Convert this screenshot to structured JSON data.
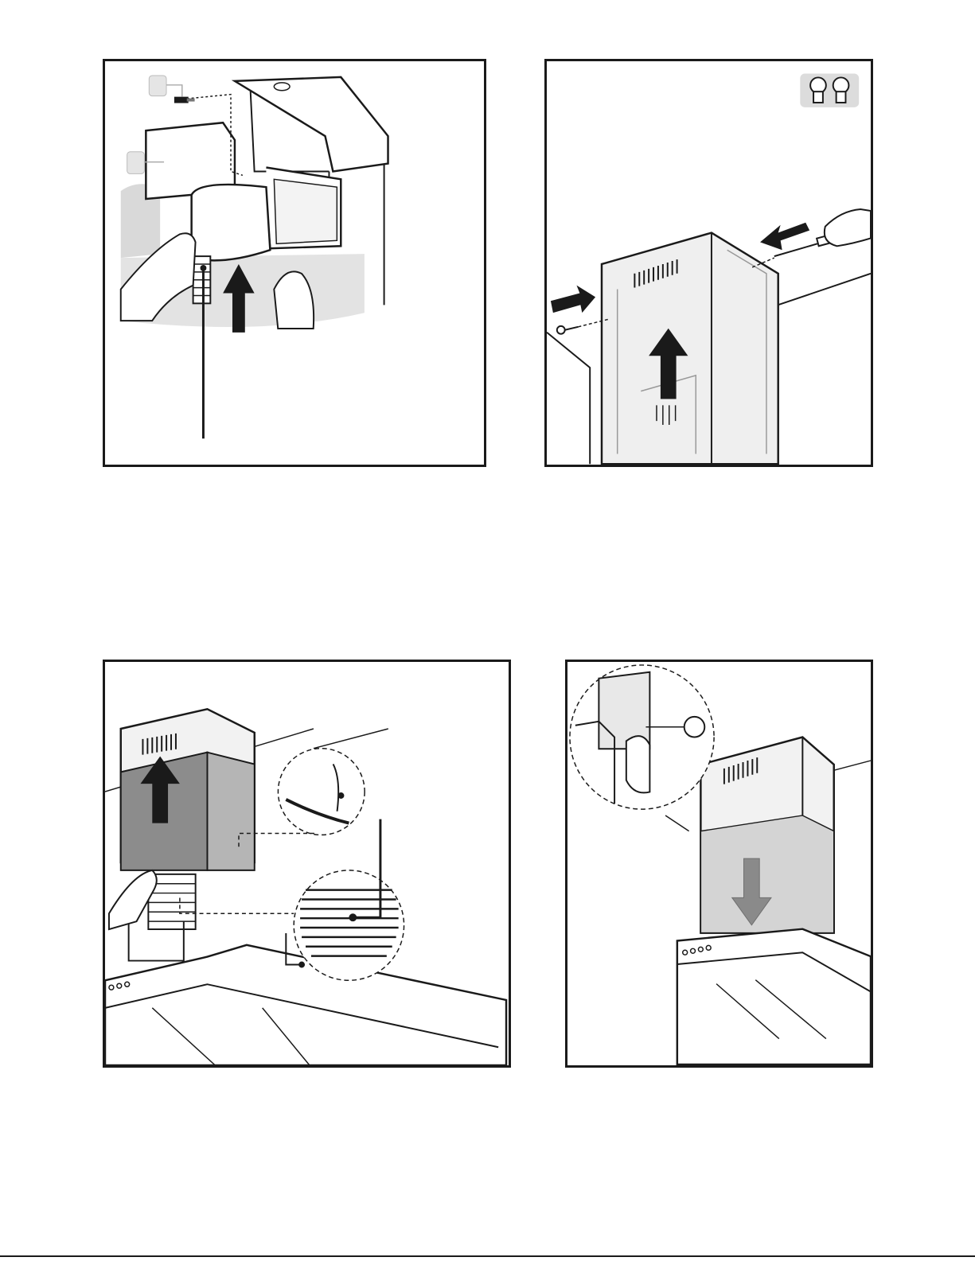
{
  "page": {
    "background": "#ffffff",
    "line_color": "#1a1a1a",
    "shade_color": "#d9d9d9",
    "arrow_color": "#1a1a1a",
    "arrow_grey": "#8a8a8a"
  },
  "panels": [
    {
      "id": "step-duct-connection",
      "icons": [
        "screw-icon",
        "hand-icon",
        "up-arrow-icon",
        "flexible-duct-icon",
        "callout-tag-icon"
      ]
    },
    {
      "id": "step-upper-chimney-fixing",
      "icons": [
        "screw-pair-icon",
        "screwdriver-icon",
        "right-arrow-icon",
        "left-arrow-icon",
        "up-arrow-icon"
      ]
    },
    {
      "id": "step-lower-chimney-raise",
      "icons": [
        "up-arrow-icon",
        "hand-icon",
        "detail-magnifier-icon",
        "flexible-duct-icon"
      ]
    },
    {
      "id": "step-lower-chimney-lower",
      "icons": [
        "down-arrow-icon",
        "hand-icon",
        "detail-magnifier-icon"
      ]
    }
  ]
}
